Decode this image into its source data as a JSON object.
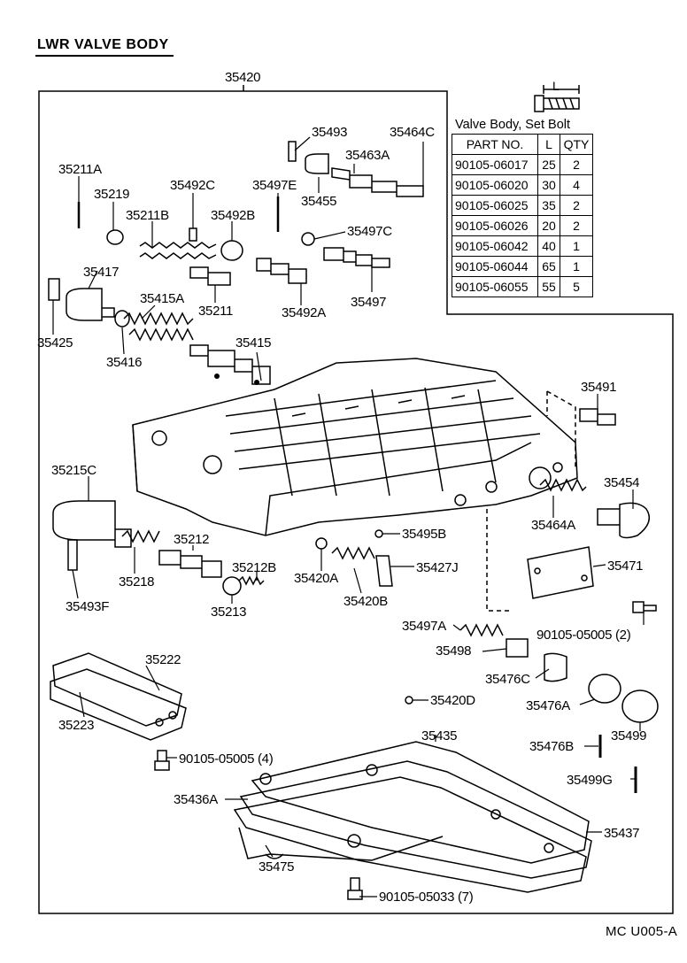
{
  "title": "LWR VALVE BODY",
  "assembly_label": "35420",
  "diagram_code": "MC U005-A",
  "bolt_table": {
    "bolt_dim": "L",
    "caption": "Valve Body, Set Bolt",
    "headers": [
      "PART NO.",
      "L",
      "QTY"
    ],
    "rows": [
      [
        "90105-06017",
        "25",
        "2"
      ],
      [
        "90105-06020",
        "30",
        "4"
      ],
      [
        "90105-06025",
        "35",
        "2"
      ],
      [
        "90105-06026",
        "20",
        "2"
      ],
      [
        "90105-06042",
        "40",
        "1"
      ],
      [
        "90105-06044",
        "65",
        "1"
      ],
      [
        "90105-06055",
        "55",
        "5"
      ]
    ]
  },
  "parts": {
    "p35493": "35493",
    "p35464C": "35464C",
    "p35463A": "35463A",
    "p35211A": "35211A",
    "p35455": "35455",
    "p35219": "35219",
    "p35492C": "35492C",
    "p35497E": "35497E",
    "p35211B": "35211B",
    "p35492B": "35492B",
    "p35497C": "35497C",
    "p35417": "35417",
    "p35415A": "35415A",
    "p35211": "35211",
    "p35492A": "35492A",
    "p35497": "35497",
    "p35425": "35425",
    "p35415": "35415",
    "p35416": "35416",
    "p35491": "35491",
    "p35215C": "35215C",
    "p35454": "35454",
    "p35464A": "35464A",
    "p35495B": "35495B",
    "p35212": "35212",
    "p35212B": "35212B",
    "p35218": "35218",
    "p35420A": "35420A",
    "p35427J": "35427J",
    "p35471": "35471",
    "p35213": "35213",
    "p35420B": "35420B",
    "p35493F": "35493F",
    "p35497A": "35497A",
    "p90105_05005_2": "90105-05005 (2)",
    "p35498": "35498",
    "p35222": "35222",
    "p35476C": "35476C",
    "p35420D": "35420D",
    "p35476A": "35476A",
    "p35223": "35223",
    "p35435": "35435",
    "p35476B": "35476B",
    "p35499": "35499",
    "p90105_05005_4": "90105-05005 (4)",
    "p35499G": "35499G",
    "p35436A": "35436A",
    "p35437": "35437",
    "p35475": "35475",
    "p90105_05033_7": "90105-05033 (7)"
  }
}
